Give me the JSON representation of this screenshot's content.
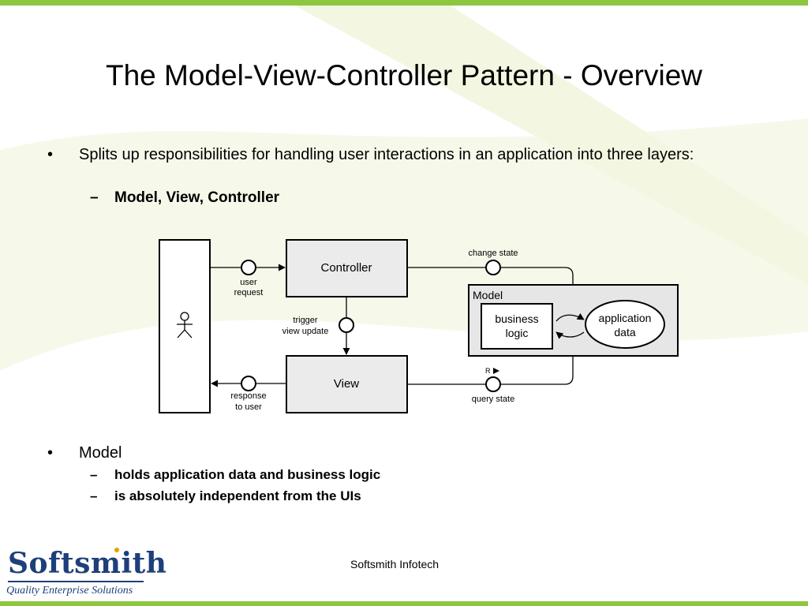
{
  "slide": {
    "title": "The Model-View-Controller Pattern - Overview",
    "bullets": [
      {
        "marker": "•",
        "text": "Splits up responsibilities for handling user interactions in an application into three layers:",
        "subs": [
          {
            "marker": "–",
            "text": "Model, View, Controller"
          }
        ]
      },
      {
        "marker": "•",
        "text": "Model",
        "subs": [
          {
            "marker": "–",
            "text": "holds application data and business logic"
          },
          {
            "marker": "–",
            "text": "is absolutely independent from the UIs"
          }
        ]
      }
    ],
    "footer": "Softsmith Infotech"
  },
  "diagram": {
    "controller_label": "Controller",
    "view_label": "View",
    "model_label": "Model",
    "business_logic": [
      "business",
      "logic"
    ],
    "application_data": [
      "application",
      "data"
    ],
    "user_request": [
      "user",
      "request"
    ],
    "trigger_view_update": [
      "trigger",
      "view update"
    ],
    "response_to_user": [
      "response",
      "to user"
    ],
    "change_state": "change state",
    "query_state": "query state",
    "r_marker": "R"
  },
  "logo": {
    "name": "Softsmith",
    "tagline": "Quality Enterprise Solutions"
  },
  "colors": {
    "accent_green": "#8dc63f",
    "logo_blue": "#1e3f7a",
    "box_fill": "#ebebeb",
    "model_fill": "#e6e6e6"
  }
}
